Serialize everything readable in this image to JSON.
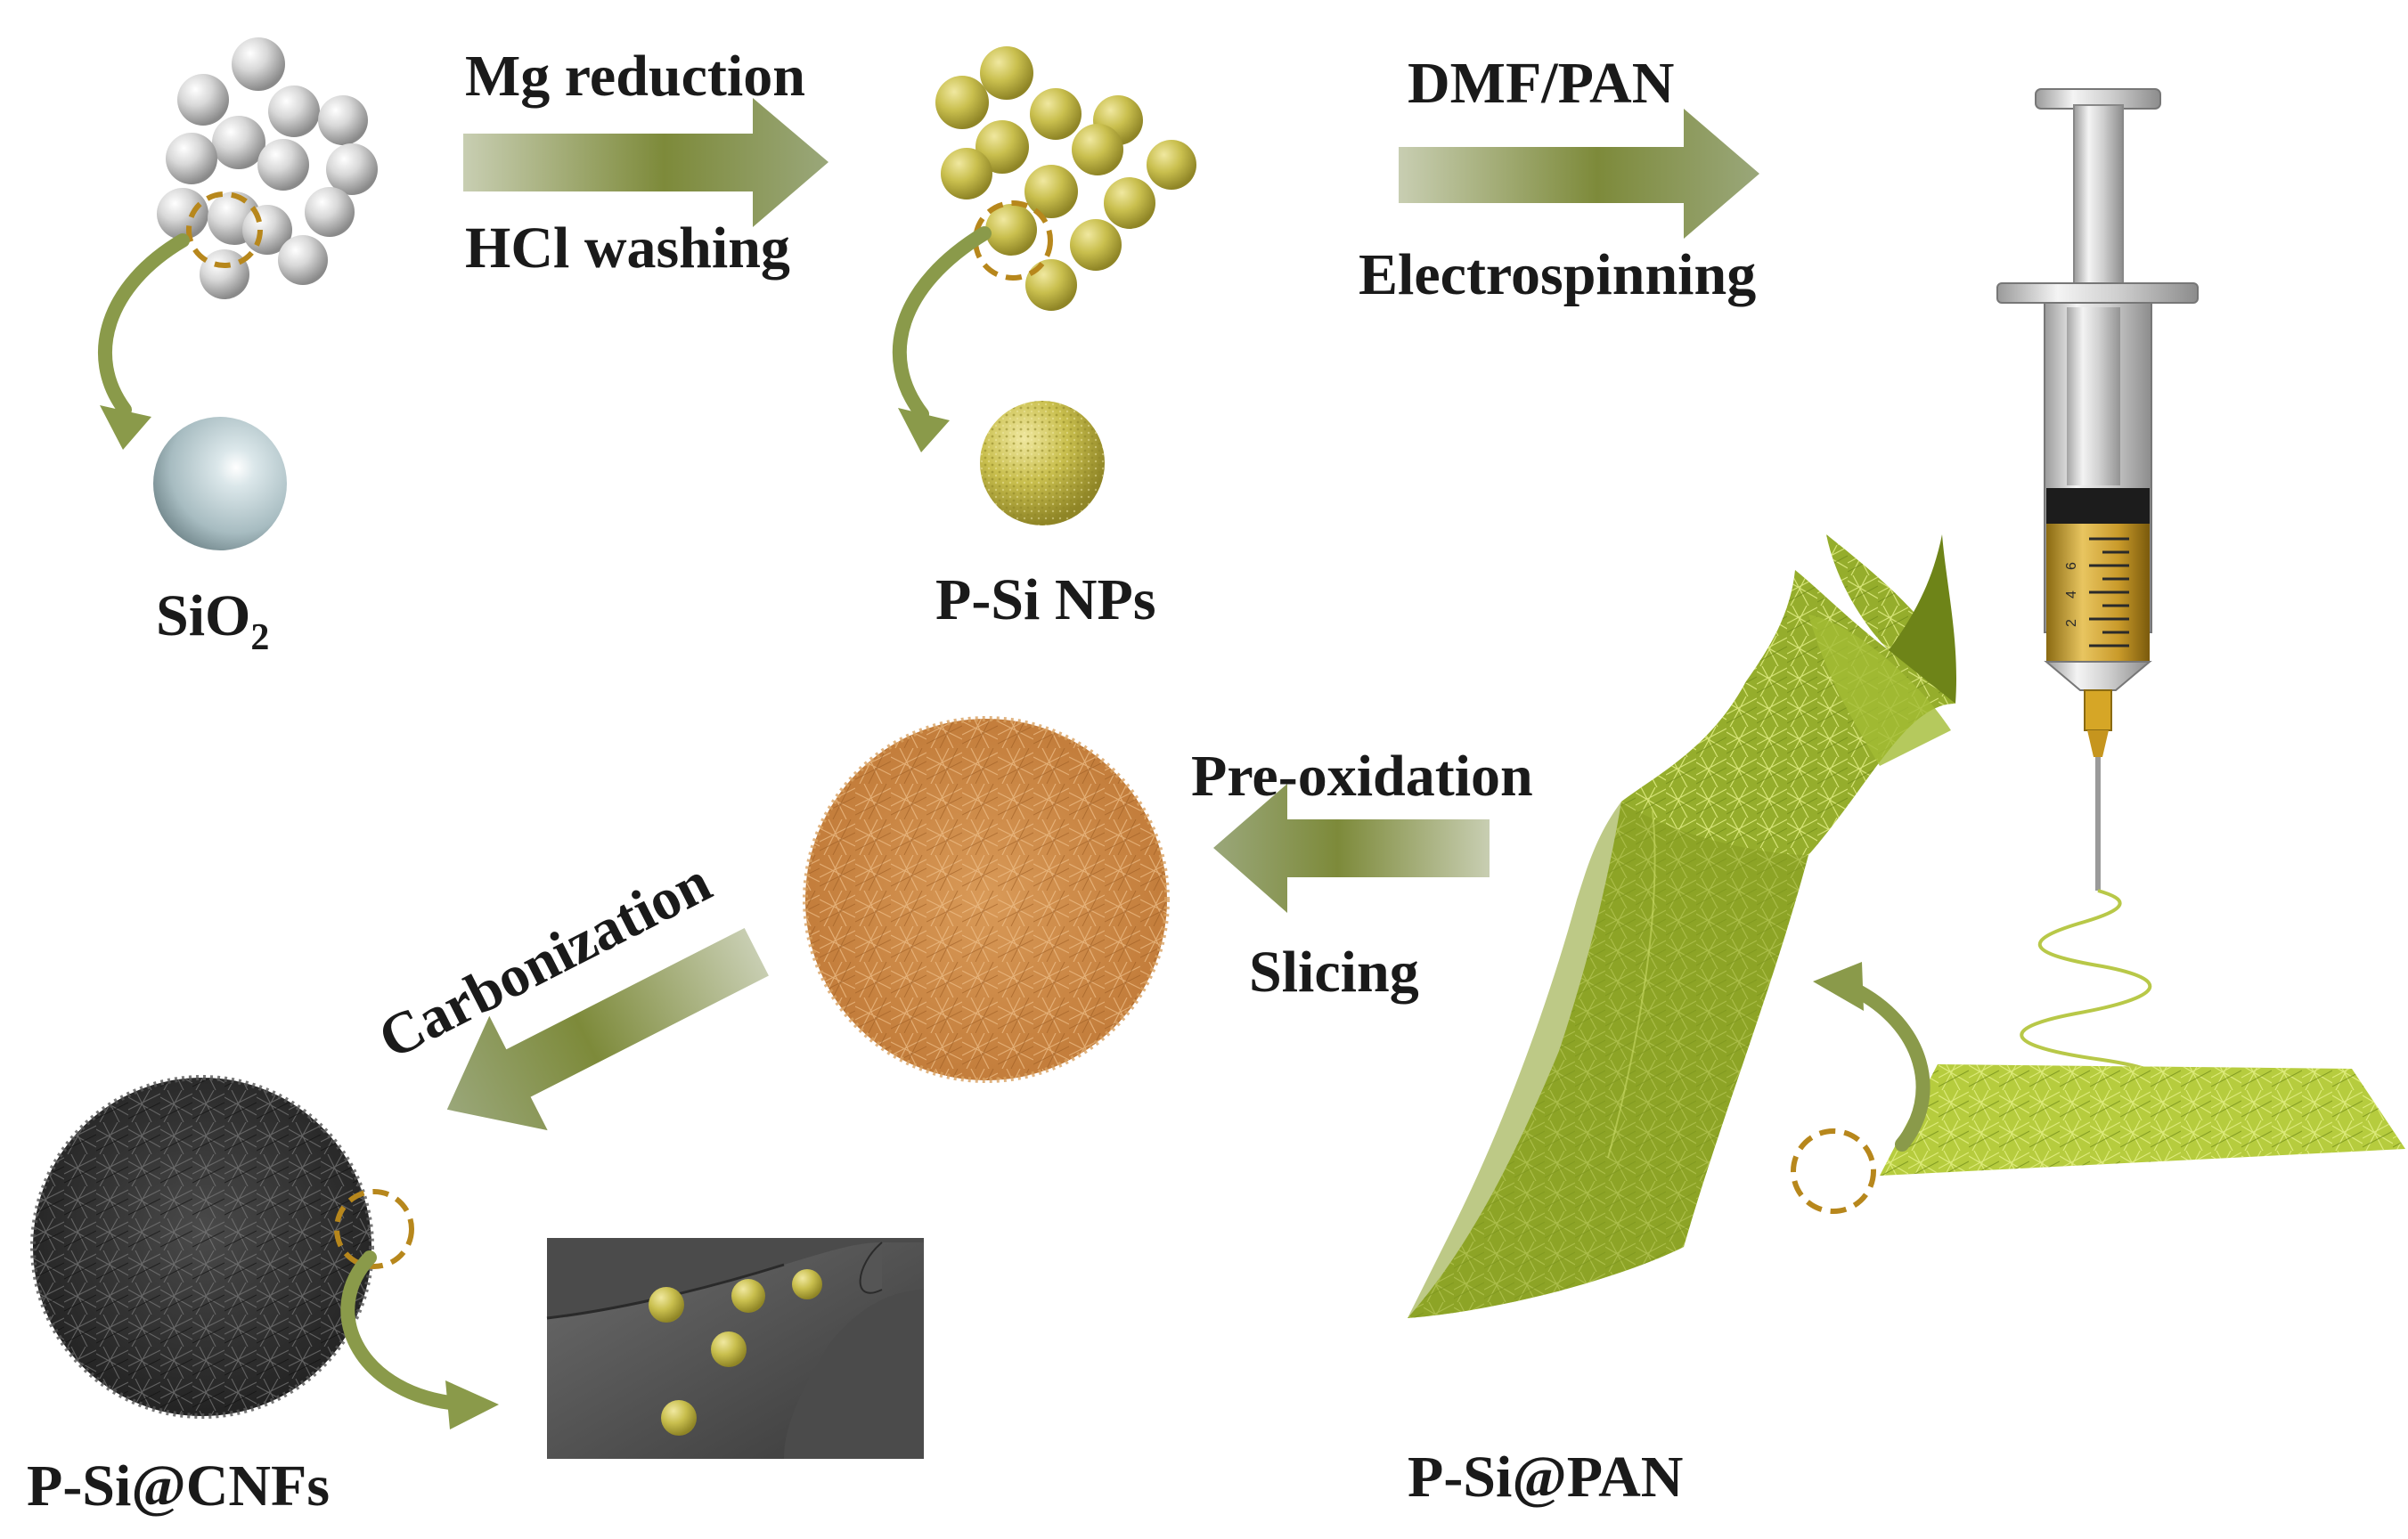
{
  "figure": {
    "steps": {
      "step1_top": "Mg reduction",
      "step1_bottom": "HCl washing",
      "step2_top": "DMF/PAN",
      "step2_bottom": "Electrospinning",
      "step3_top": "Pre-oxidation",
      "step3_bottom": "Slicing",
      "step4": "Carbonization"
    },
    "materials": {
      "sio2_main": "SiO",
      "sio2_sub": "2",
      "psi_nps": "P-Si NPs",
      "psi_pan": "P-Si@PAN",
      "psi_cnfs": "P-Si@CNFs"
    },
    "syringe_scale": [
      "2",
      "4",
      "6"
    ],
    "colors": {
      "silica_sphere": "#c8c8c8",
      "silicon_sphere": "#c9bf4e",
      "arrow": "#8a9a4a",
      "dashed_circle": "#b7871c",
      "pan_mat": "#a8c23a",
      "preoxidized_disk": "#d08a45",
      "carbon_disk": "#333333"
    }
  }
}
